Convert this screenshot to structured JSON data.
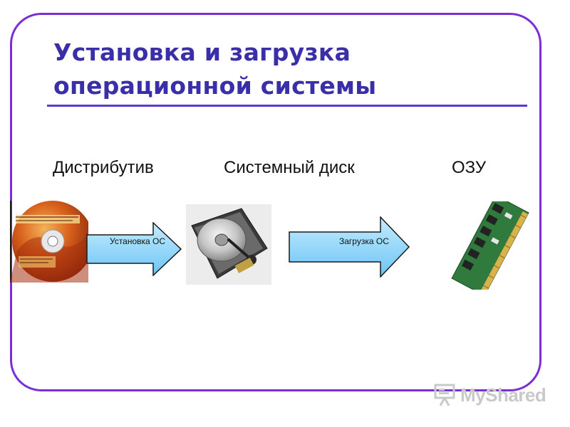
{
  "slide": {
    "title_line1": "Установка и загрузка",
    "title_line2": "операционной системы"
  },
  "nodes": [
    {
      "label": "Дистрибутив",
      "icon": "cd-disc-icon"
    },
    {
      "label": "Системный диск",
      "icon": "hard-drive-icon"
    },
    {
      "label": "ОЗУ",
      "icon": "ram-module-icon"
    }
  ],
  "arrows": [
    {
      "label": "Установка ОС",
      "from": "Дистрибутив",
      "to": "Системный диск"
    },
    {
      "label": "Загрузка ОС",
      "from": "Системный диск",
      "to": "ОЗУ"
    }
  ],
  "watermark": {
    "text": "MyShared"
  },
  "colors": {
    "frame": "#7a2ed6",
    "title": "#3a2fa8",
    "title_rule": "#5a3ad0",
    "arrow_fill_top": "#c4ecff",
    "arrow_fill_bottom": "#6cc4f4",
    "arrow_stroke": "#1a1a1a"
  }
}
